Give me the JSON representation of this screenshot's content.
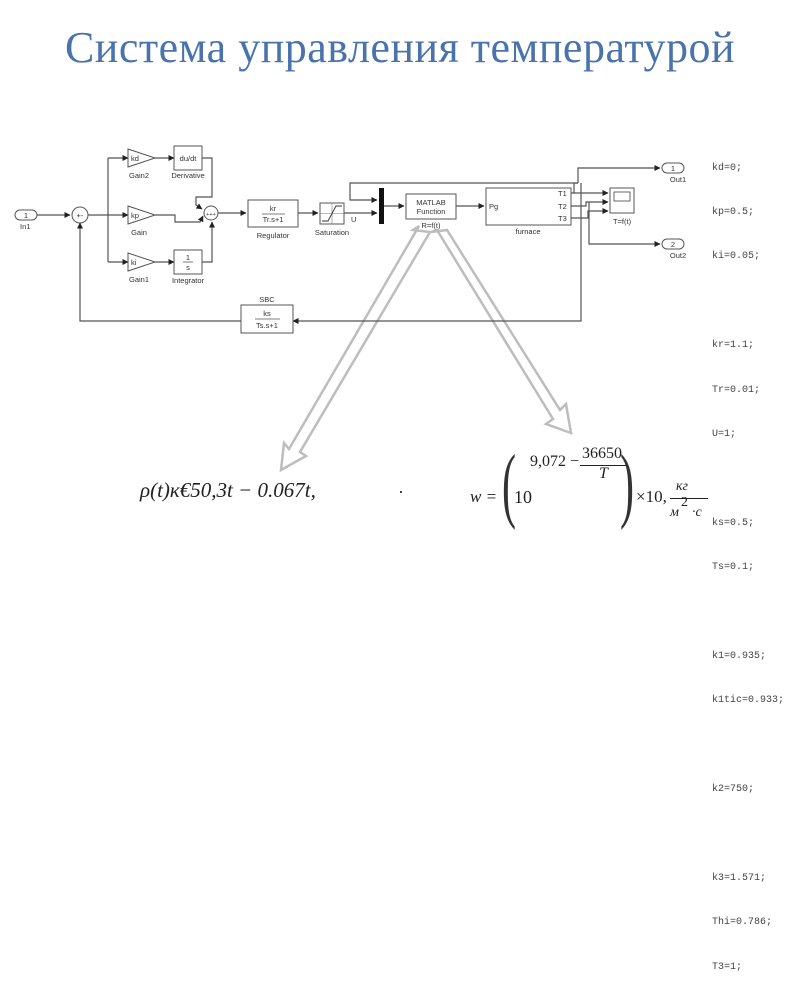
{
  "title": "Система управления температурой",
  "diagram": {
    "blocks": {
      "in1": {
        "port": "1",
        "label": "In1"
      },
      "sum_error": {
        "signs": "+-"
      },
      "gain2": {
        "value": "kd",
        "label": "Gain2"
      },
      "derivative": {
        "value": "du/dt",
        "label": "Derivative"
      },
      "gain": {
        "value": "kp",
        "label": "Gain"
      },
      "gain1": {
        "value": "ki",
        "label": "Gain1"
      },
      "integrator": {
        "num": "1",
        "den": "s",
        "label": "Integrator"
      },
      "sum_pid": {
        "signs": "+++"
      },
      "regulator": {
        "num": "kr",
        "den": "Tr.s+1",
        "label": "Regulator"
      },
      "saturation": {
        "label": "Saturation",
        "signal": "U"
      },
      "matlab_fn": {
        "line1": "MATLAB",
        "line2": "Function",
        "label": "R=f(t)"
      },
      "furnace": {
        "input": "Pg",
        "outputs": [
          "T1",
          "T2",
          "T3"
        ],
        "label": "furnace"
      },
      "scope": {
        "label": "T=f(t)"
      },
      "out1": {
        "port": "1",
        "label": "Out1"
      },
      "out2": {
        "port": "2",
        "label": "Out2"
      },
      "sbc": {
        "title": "SBC",
        "num": "ks",
        "den": "Ts.s+1"
      }
    }
  },
  "parameters": [
    "kd=0;",
    "kp=0.5;",
    "ki=0.05;",
    "",
    "kr=1.1;",
    "Tr=0.01;",
    "U=1;",
    "",
    "ks=0.5;",
    "Ts=0.1;",
    "",
    "k1=0.935;",
    "k1tic=0.933;",
    "",
    "k2=750;",
    "",
    "k3=1.571;",
    "Thi=0.786;",
    "T3=1;"
  ],
  "formulas": {
    "left": "ρ(t)к€50,3t − 0.067t,",
    "dot": "·",
    "right": {
      "lhs": "w =",
      "base": "10",
      "exp_const": "9,072 −",
      "exp_num": "36650",
      "exp_den": "T",
      "mult": "×10,",
      "unit_num": "кг",
      "unit_den_base": "м",
      "unit_den_exp": "2",
      "unit_den_tail": "·с"
    }
  }
}
